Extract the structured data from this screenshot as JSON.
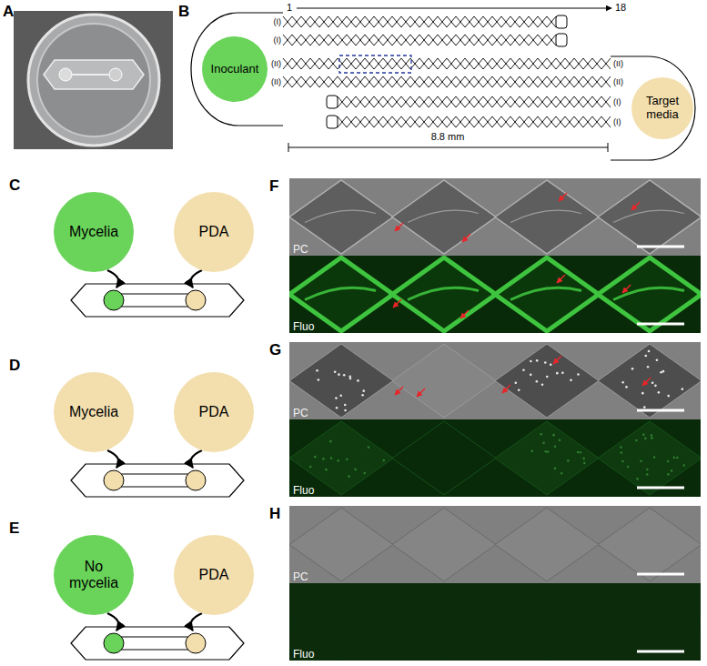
{
  "diagram": {
    "nodes": [
      {
        "text": [
          "Inoculant"
        ]
      },
      {
        "text": [
          "Target media"
        ]
      },
      {
        "text": [
          "Mycelia"
        ]
      },
      {
        "text": [
          "PDA"
        ]
      },
      {
        "text": [
          "Mycelia"
        ]
      },
      {
        "text": [
          "PDA"
        ]
      },
      {
        "text": [
          "No mycelia"
        ]
      },
      {
        "text": [
          "PDA"
        ]
      }
    ],
    "labels": [
      "A",
      "B",
      "1",
      "18",
      "(I)",
      "(I)",
      "(II)",
      "(II)",
      "(II)",
      "(II)",
      "(I)",
      "(I)",
      "8.8 mm",
      "C",
      "D",
      "E",
      "F",
      "G",
      "H",
      "PC",
      "Fluo",
      "PC",
      "Fluo",
      "PC",
      "Fluo"
    ]
  }
}
